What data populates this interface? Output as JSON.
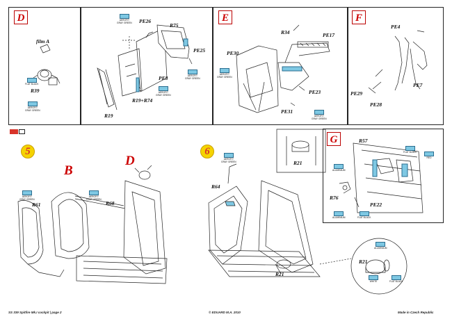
{
  "boxes": {
    "D": "D",
    "E": "E",
    "F": "F",
    "G": "G",
    "B": "B",
    "D2": "D"
  },
  "steps": {
    "five": "5",
    "six": "6"
  },
  "film": "film A",
  "parts": {
    "r39": "R39",
    "pe26": "PE26",
    "r75": "R75",
    "pe25": "PE25",
    "pe8": "PE8",
    "r19r74": "R19+R74",
    "r19": "R19",
    "r34": "R34",
    "pe17": "PE17",
    "pe30": "PE30",
    "pe23": "PE23",
    "pe31": "PE31",
    "pe4": "PE4",
    "pe7": "PE7",
    "pe29": "PE29",
    "pe28": "PE28",
    "r21a": "R21",
    "r57": "R57",
    "r76": "R76",
    "pe22": "PE22",
    "r61": "R61",
    "r68": "R68",
    "r64": "R64",
    "r21b": "R21",
    "r21c": "R21"
  },
  "paints": {
    "aero_grey": "AEROFIT\nGRAY GREEN",
    "aluminium": "ALUMINIUM",
    "flat_black": "FLAT BLACK",
    "red": "RED",
    "white": "WHITE"
  },
  "footer": {
    "left": "SS 339  Spitfire Mk.I cockpit   |  page 2",
    "center": "© EDUARD  M.A. 2010",
    "right": "Made in Czech Republic"
  },
  "colors": {
    "accent_red": "#d8342a",
    "paint_blue": "#7ec8e3",
    "step_yellow": "#f5d300"
  }
}
